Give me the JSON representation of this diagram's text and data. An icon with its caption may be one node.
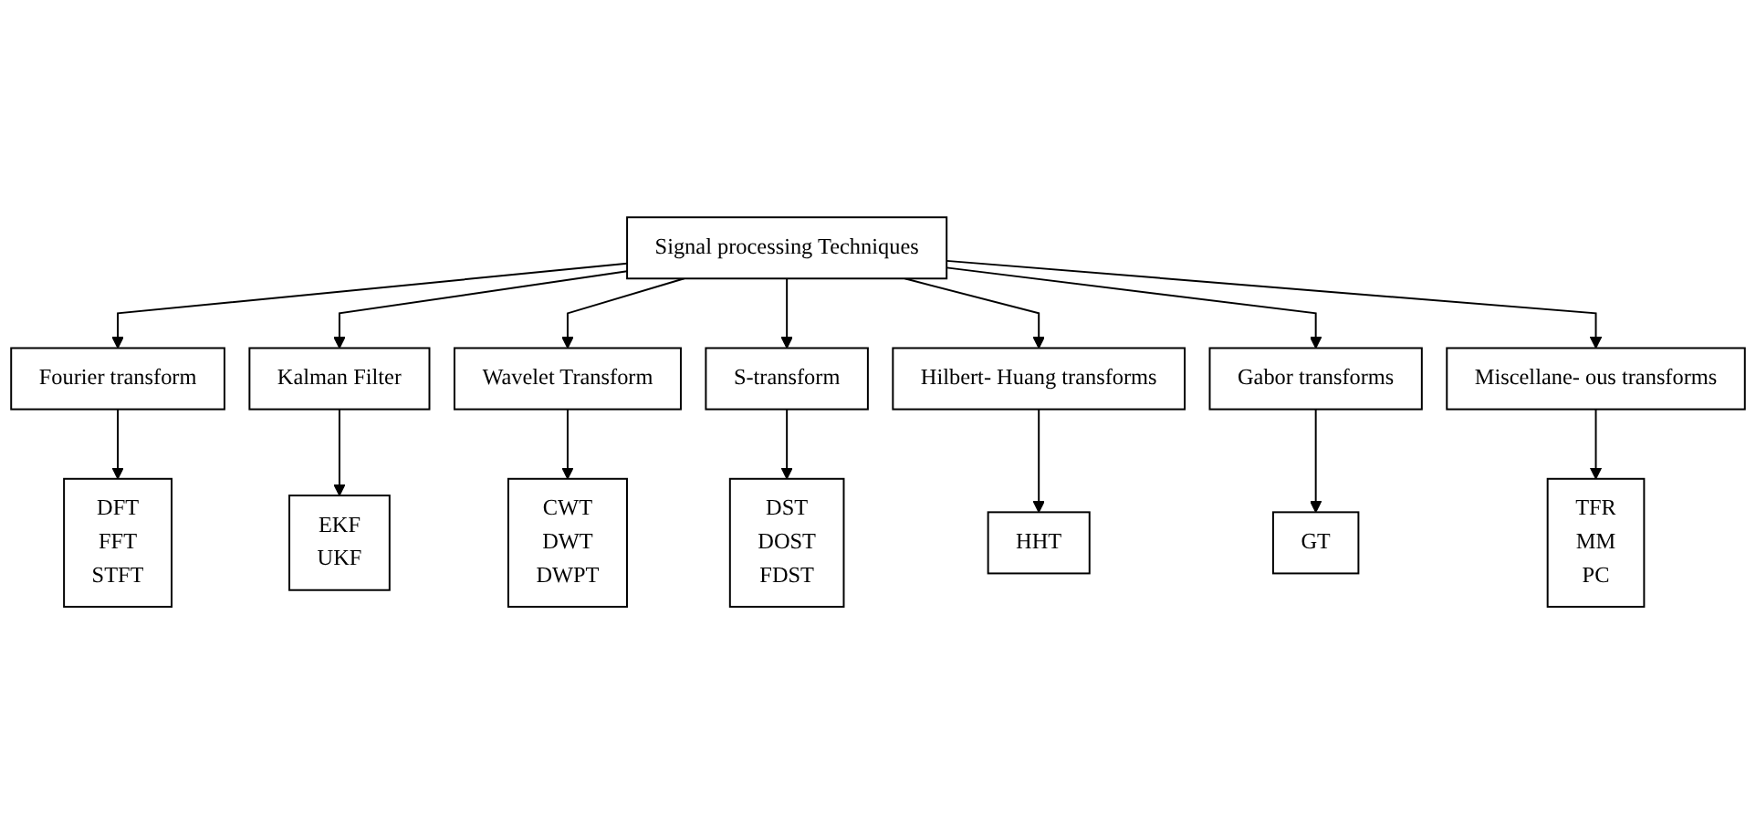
{
  "diagram": {
    "nodes": [
      {
        "text": [
          "Signal processing Techniques"
        ]
      },
      {
        "text": [
          "Fourier transform"
        ]
      },
      {
        "text": [
          "Kalman Filter"
        ]
      },
      {
        "text": [
          "Wavelet Transform"
        ]
      },
      {
        "text": [
          "S-transform"
        ]
      },
      {
        "text": [
          "Hilbert- Huang transforms"
        ]
      },
      {
        "text": [
          "Gabor transforms"
        ]
      },
      {
        "text": [
          "Miscellane- ous transforms"
        ]
      },
      {
        "text": [
          "DFT",
          "FFT",
          "STFT"
        ]
      },
      {
        "text": [
          "EKF",
          "UKF"
        ]
      },
      {
        "text": [
          "CWT",
          "DWT",
          "DWPT"
        ]
      },
      {
        "text": [
          "DST",
          "DOST",
          "FDST"
        ]
      },
      {
        "text": [
          "HHT"
        ]
      },
      {
        "text": [
          "GT"
        ]
      },
      {
        "text": [
          "TFR",
          "MM",
          "PC"
        ]
      }
    ],
    "edges": [
      {
        "from": 0,
        "to": 1,
        "arrow": "to"
      },
      {
        "from": 0,
        "to": 2,
        "arrow": "to"
      },
      {
        "from": 0,
        "to": 3,
        "arrow": "to"
      },
      {
        "from": 0,
        "to": 4,
        "arrow": "to"
      },
      {
        "from": 0,
        "to": 5,
        "arrow": "to"
      },
      {
        "from": 0,
        "to": 6,
        "arrow": "to"
      },
      {
        "from": 0,
        "to": 7,
        "arrow": "to"
      },
      {
        "from": 1,
        "to": 8,
        "arrow": "to"
      },
      {
        "from": 2,
        "to": 9,
        "arrow": "to"
      },
      {
        "from": 3,
        "to": 10,
        "arrow": "to"
      },
      {
        "from": 4,
        "to": 11,
        "arrow": "to"
      },
      {
        "from": 5,
        "to": 12,
        "arrow": "to"
      },
      {
        "from": 6,
        "to": 13,
        "arrow": "to"
      },
      {
        "from": 7,
        "to": 14,
        "arrow": "to"
      }
    ]
  }
}
